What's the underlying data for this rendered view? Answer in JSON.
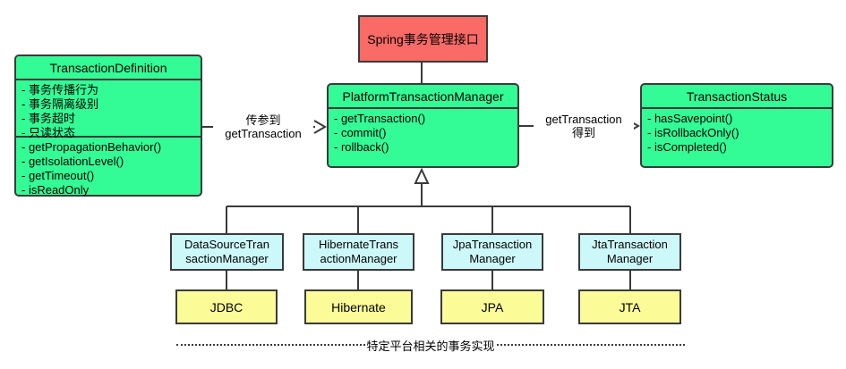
{
  "diagram": {
    "interface_box": {
      "label": "Spring事务管理接口"
    },
    "transaction_definition": {
      "title": "TransactionDefinition",
      "attributes": [
        "- 事务传播行为",
        "- 事务隔离级别",
        "- 事务超时",
        "- 只读状态"
      ],
      "methods": [
        "- getPropagationBehavior()",
        "- getIsolationLevel()",
        "- getTimeout()",
        "- isReadOnly"
      ]
    },
    "platform_transaction_manager": {
      "title": "PlatformTransactionManager",
      "methods": [
        "- getTransaction()",
        "- commit()",
        "- rollback()"
      ]
    },
    "transaction_status": {
      "title": "TransactionStatus",
      "methods": [
        "- hasSavepoint()",
        "- isRollbackOnly()",
        "- isCompleted()"
      ]
    },
    "left_arrow": {
      "label_top": "传参到",
      "label_bottom": "getTransaction"
    },
    "right_arrow": {
      "label_top": "getTransaction",
      "label_bottom": "得到"
    },
    "implementations": [
      {
        "line1": "DataSourceTran",
        "line2": "sactionManager",
        "platform": "JDBC"
      },
      {
        "line1": "HibernateTrans",
        "line2": "actionManager",
        "platform": "Hibernate"
      },
      {
        "line1": "JpaTransaction",
        "line2": "Manager",
        "platform": "JPA"
      },
      {
        "line1": "JtaTransaction",
        "line2": "Manager",
        "platform": "JTA"
      }
    ],
    "footer_label": "特定平台相关的事务实现",
    "colors": {
      "green": "#33fb95",
      "red": "#fa6a66",
      "cyan": "#cdf8fa",
      "yellow": "#fbfb98",
      "line": "#3a3a3a",
      "background": "#ffffff"
    }
  }
}
